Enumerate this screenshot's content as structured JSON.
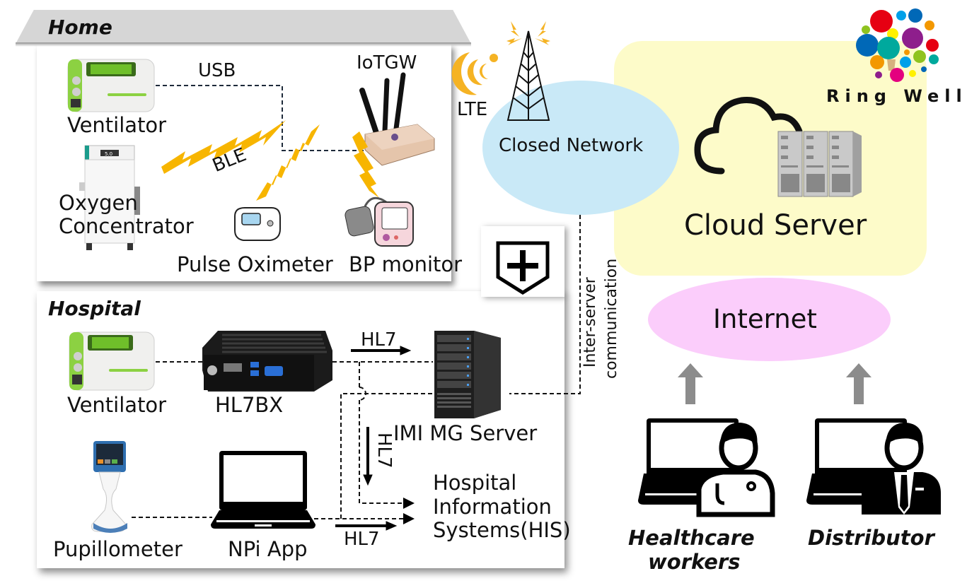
{
  "brand": {
    "name": "Ring Well",
    "colors": [
      "#e60012",
      "#0068b7",
      "#00a99d",
      "#8e1e8c",
      "#f39800",
      "#8fc31f",
      "#fff100",
      "#00a0e9",
      "#e4007f"
    ]
  },
  "zones": {
    "home": {
      "title": "Home",
      "devices": {
        "ventilator": "Ventilator",
        "oxygen_concentrator": "Oxygen\nConcentrator",
        "oxygen_line1": "Oxygen",
        "oxygen_line2": "Concentrator",
        "pulse_oximeter": "Pulse Oximeter",
        "bp_monitor": "BP monitor",
        "gateway": "IoTGW"
      },
      "links": {
        "usb": "USB",
        "ble": "BLE"
      }
    },
    "hospital": {
      "title": "Hospital",
      "devices": {
        "ventilator": "Ventilator",
        "hl7bx": "HL7BX",
        "pupillometer": "Pupillometer",
        "npi_app": "NPi App",
        "mg_server": "IMI MG Server",
        "his_line1": "Hospital",
        "his_line2": "Information",
        "his_line3": "Systems(HIS)"
      },
      "links": {
        "hl7_top": "HL7",
        "hl7_vertical": "HL7",
        "hl7_bottom": "HL7"
      }
    }
  },
  "network": {
    "lte": "LTE",
    "closed_network": "Closed Network",
    "inter_server_line1": "Inter-server",
    "inter_server_line2": "communication",
    "cloud_server": "Cloud Server",
    "internet": "Internet"
  },
  "users": {
    "healthcare_line1": "Healthcare",
    "healthcare_line2": "workers",
    "distributor": "Distributor"
  },
  "colors": {
    "closed_network": "#c9e9f7",
    "internet": "#fbcdfb",
    "cloud_area": "#fdfbc9",
    "ble_bolt": "#f7b500",
    "arrow_gray": "#8c8c8c",
    "roof": "#d6d6d6"
  }
}
